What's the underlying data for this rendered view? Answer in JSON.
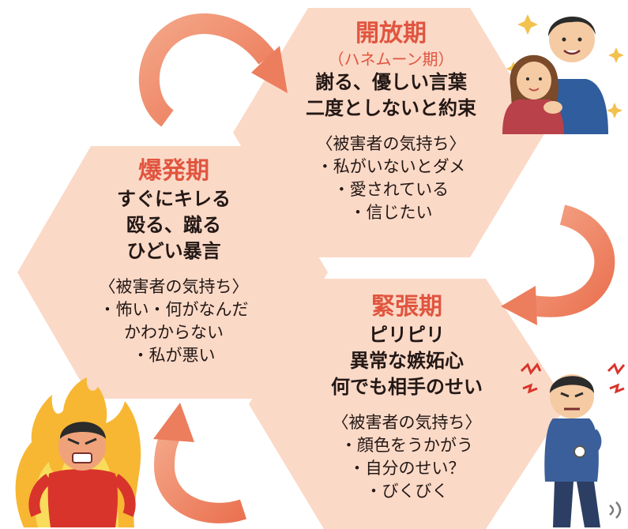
{
  "colors": {
    "hexagon_fill": "#fbd9c7",
    "title": "#e0553f",
    "arrow": "#ef8a6b",
    "text": "#231815"
  },
  "phases": {
    "honeymoon": {
      "title": "開放期",
      "subtitle": "（ハネムーン期）",
      "lines": [
        "謝る、優しい言葉",
        "二度としないと約束"
      ],
      "feelings_header": "〈被害者の気持ち〉",
      "feelings": [
        "・私がいないとダメ",
        "・愛されている",
        "・信じたい"
      ]
    },
    "explosion": {
      "title": "爆発期",
      "lines": [
        "すぐにキレる",
        "殴る、蹴る",
        "ひどい暴言"
      ],
      "feelings_header": "〈被害者の気持ち〉",
      "feelings": [
        "・怖い・何がなんだ",
        "かわからない",
        "・私が悪い"
      ]
    },
    "tension": {
      "title": "緊張期",
      "lines": [
        "ピリピリ",
        "異常な嫉妬心",
        "何でも相手のせい"
      ],
      "feelings_header": "〈被害者の気持ち〉",
      "feelings": [
        "・顔色をうかがう",
        "・自分のせい？",
        "・びくびく"
      ]
    }
  },
  "illustrations": {
    "couple": "embracing-couple-illustration",
    "angry": "angry-man-in-flames-illustration",
    "tense": "irritated-man-checking-watch-illustration"
  }
}
